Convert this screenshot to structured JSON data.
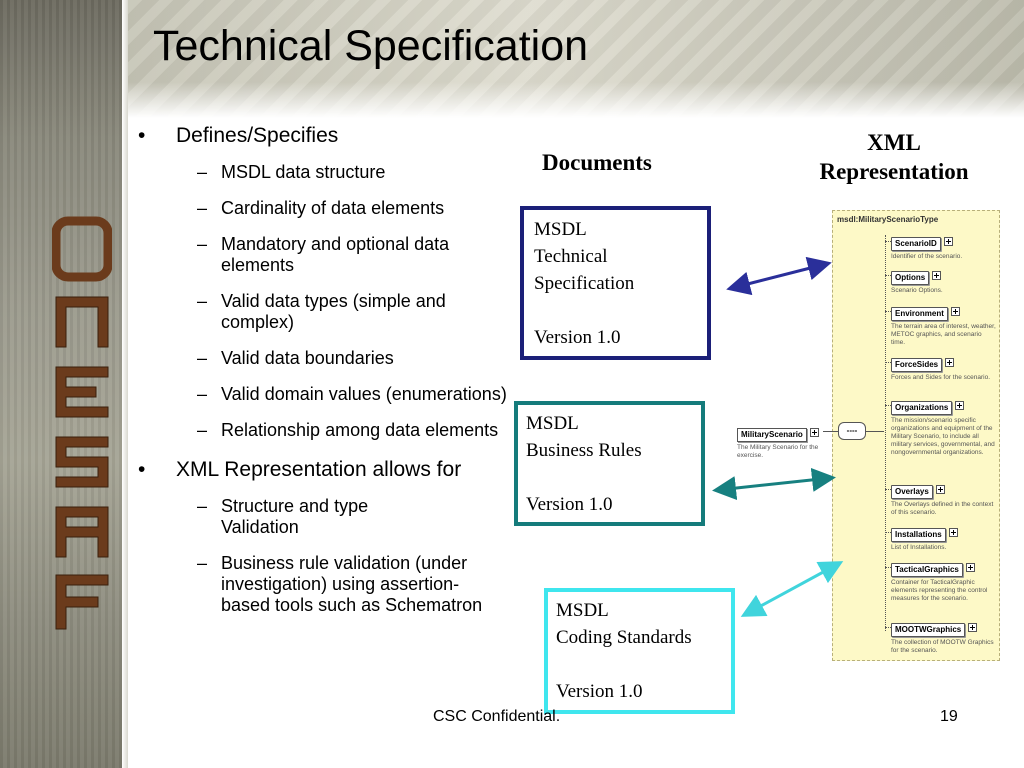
{
  "slide": {
    "title": "Technical Specification"
  },
  "bullets": [
    {
      "text": "Defines/Specifies",
      "children": [
        "MSDL data structure",
        "Cardinality of data elements",
        "Mandatory and optional data elements",
        "Valid data types (simple and complex)",
        "Valid data boundaries",
        "Valid domain values (enumerations)",
        "Relationship among data elements"
      ]
    },
    {
      "text": "XML Representation allows for",
      "children": [
        "Structure and type Validation",
        "Business rule validation (under investigation) using assertion-based tools such as Schematron"
      ]
    }
  ],
  "headings": {
    "documents": "Documents",
    "xml_line1": "XML",
    "xml_line2": "Representation"
  },
  "documents": [
    {
      "line1": "MSDL",
      "line2": "Technical",
      "line3": "Specification",
      "version": "Version 1.0",
      "color": "#1b1f78"
    },
    {
      "line1": "MSDL",
      "line2": "Business Rules",
      "version": "Version 1.0",
      "color": "#157b7b"
    },
    {
      "line1": "MSDL",
      "line2": "Coding Standards",
      "version": "Version 1.0",
      "color": "#3fe6ee"
    }
  ],
  "schema": {
    "type_name": "msdl:MilitaryScenarioType",
    "root": {
      "name": "MilitaryScenario",
      "desc": "The Military Scenario for the exercise."
    },
    "sequence": "----",
    "elements": [
      {
        "name": "ScenarioID",
        "desc": "Identifier of the scenario."
      },
      {
        "name": "Options",
        "desc": "Scenario Options."
      },
      {
        "name": "Environment",
        "desc": "The terrain area of interest, weather, METOC graphics, and scenario time."
      },
      {
        "name": "ForceSides",
        "desc": "Forces and Sides for the scenario."
      },
      {
        "name": "Organizations",
        "desc": "The mission/scenario specific organizations and equipment of the Military Scenario, to include all military services, governmental, and nongovernmental organizations."
      },
      {
        "name": "Overlays",
        "desc": "The Overlays defined in the context of this scenario."
      },
      {
        "name": "Installations",
        "desc": "List of Installations."
      },
      {
        "name": "TacticalGraphics",
        "desc": "Container for TacticalGraphic elements representing the control measures for the scenario."
      },
      {
        "name": "MOOTWGraphics",
        "desc": "The collection of MOOTW Graphics for the scenario."
      }
    ]
  },
  "footer": {
    "center": "CSC Confidential.",
    "page": "19"
  },
  "side_band": {
    "letters": [
      "O",
      "N",
      "E",
      "S",
      "A",
      "F"
    ],
    "letter_color": "#6b3b1c"
  },
  "colors": {
    "arrow_1": "#2a2f9a",
    "arrow_2": "#178080",
    "arrow_3": "#40d4dc"
  }
}
